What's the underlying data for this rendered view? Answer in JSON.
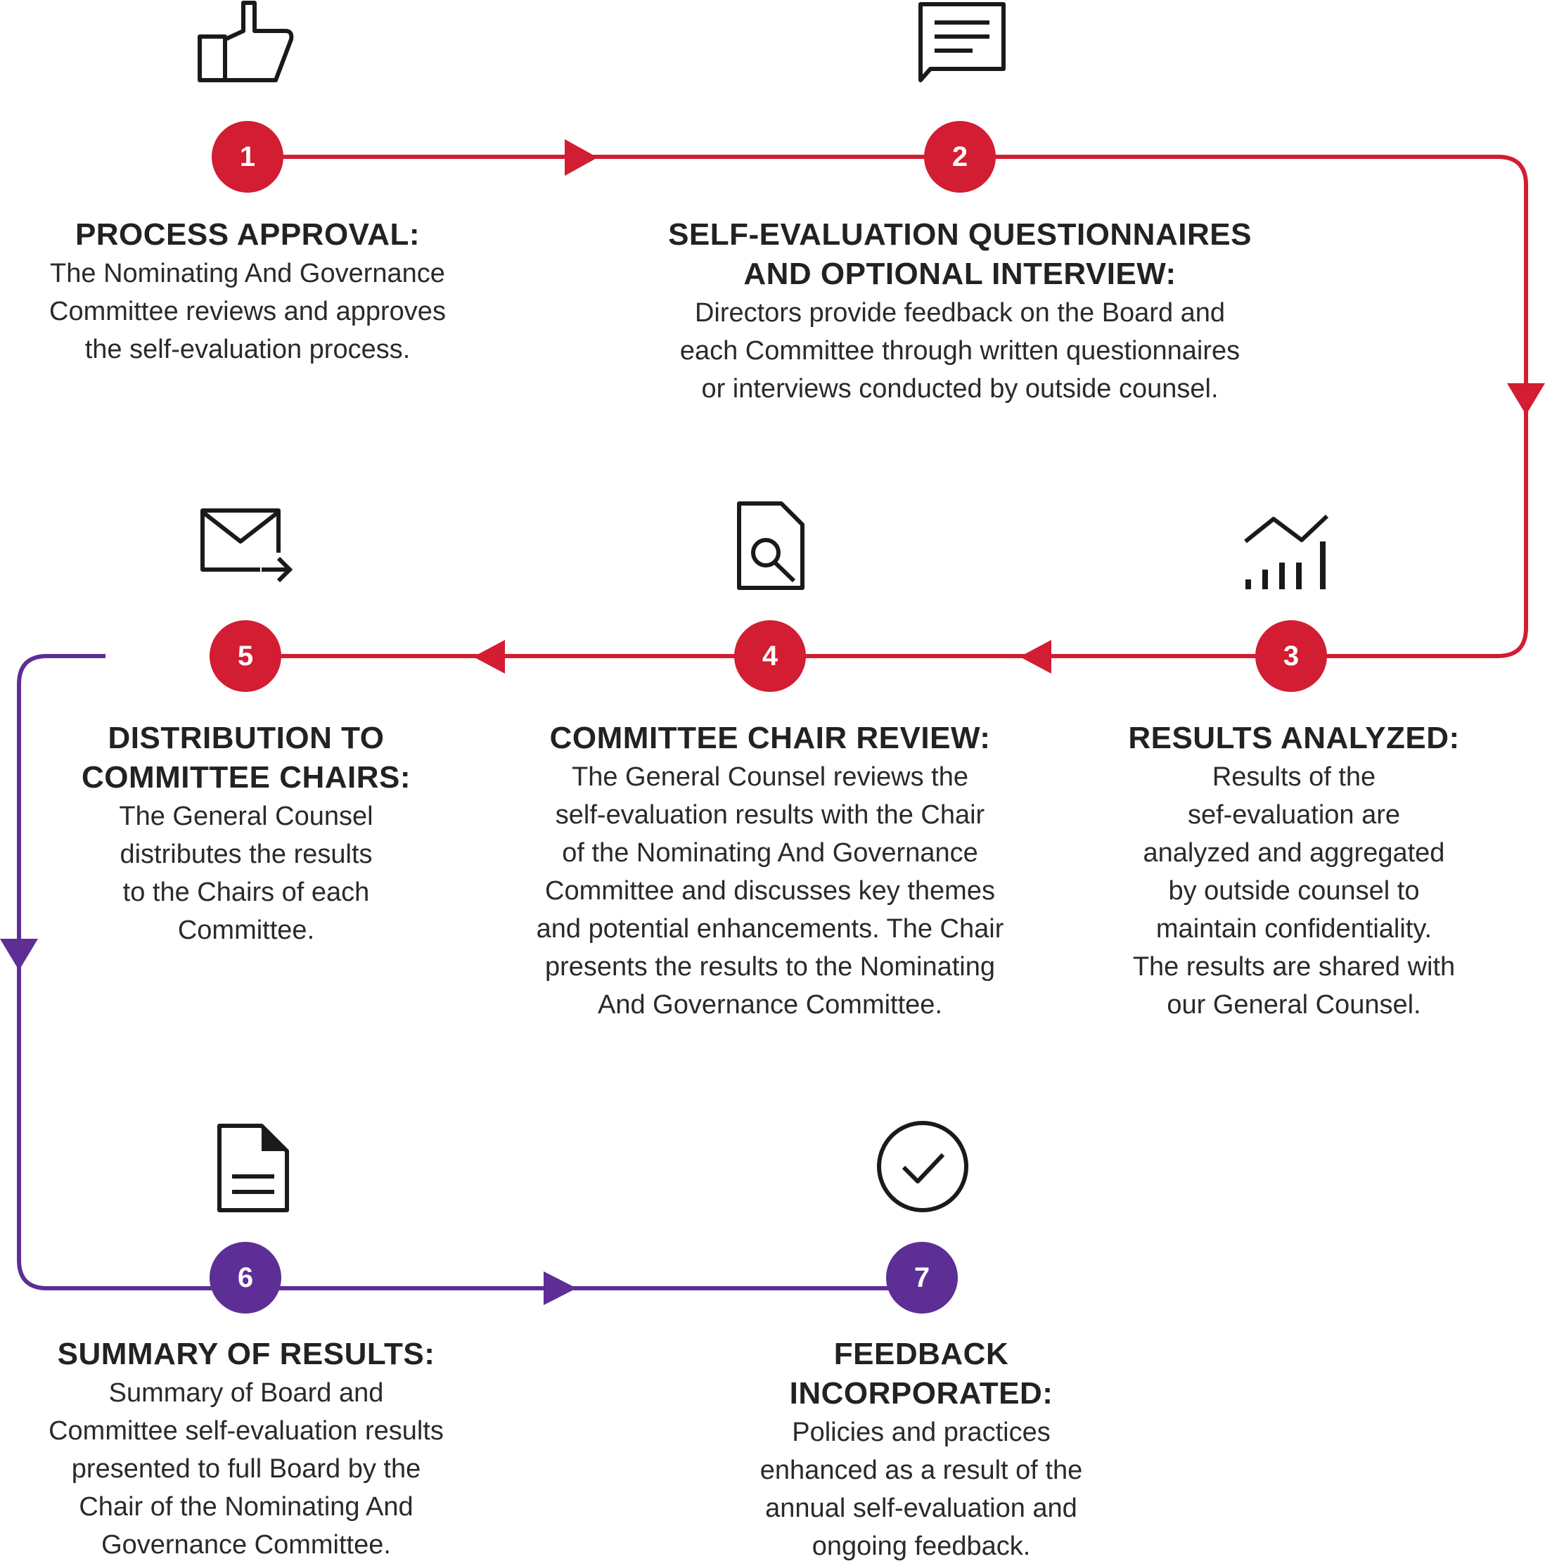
{
  "colors": {
    "red": "#d21d32",
    "purple": "#5c2e96",
    "text": "#222222",
    "icon": "#1a1a1a"
  },
  "steps": [
    {
      "number": "1",
      "icon": "thumbs-up-icon",
      "title": "PROCESS APPROVAL:",
      "body": "The Nominating And Governance\nCommittee reviews and approves\nthe self-evaluation process."
    },
    {
      "number": "2",
      "icon": "message-icon",
      "title": "SELF-EVALUATION QUESTIONNAIRES\nAND OPTIONAL INTERVIEW:",
      "body": "Directors provide feedback on the Board and\neach Committee through written questionnaires\nor interviews conducted by outside counsel."
    },
    {
      "number": "3",
      "icon": "chart-trend-icon",
      "title": "RESULTS ANALYZED:",
      "body": "Results of the\nsef-evaluation are\nanalyzed and aggregated\nby outside counsel to\nmaintain confidentiality.\nThe results are shared with\nour General Counsel."
    },
    {
      "number": "4",
      "icon": "document-search-icon",
      "title": "COMMITTEE CHAIR REVIEW:",
      "body": "The General Counsel reviews the\nself-evaluation results with the Chair\nof the Nominating And Governance\nCommittee and discusses key themes\nand potential enhancements. The Chair\npresents the results to the Nominating\nAnd Governance Committee."
    },
    {
      "number": "5",
      "icon": "mail-send-icon",
      "title": "DISTRIBUTION TO\nCOMMITTEE CHAIRS:",
      "body": "The General Counsel\ndistributes the results\nto the Chairs of each\nCommittee."
    },
    {
      "number": "6",
      "icon": "document-icon",
      "title": "SUMMARY OF RESULTS:",
      "body": "Summary of Board and\nCommittee self-evaluation results\npresented to full Board by the\nChair of the Nominating And\nGovernance Committee."
    },
    {
      "number": "7",
      "icon": "check-circle-icon",
      "title": "FEEDBACK\nINCORPORATED:",
      "body": "Policies and practices\nenhanced as a result of the\nannual self-evaluation and\nongoing feedback."
    }
  ]
}
